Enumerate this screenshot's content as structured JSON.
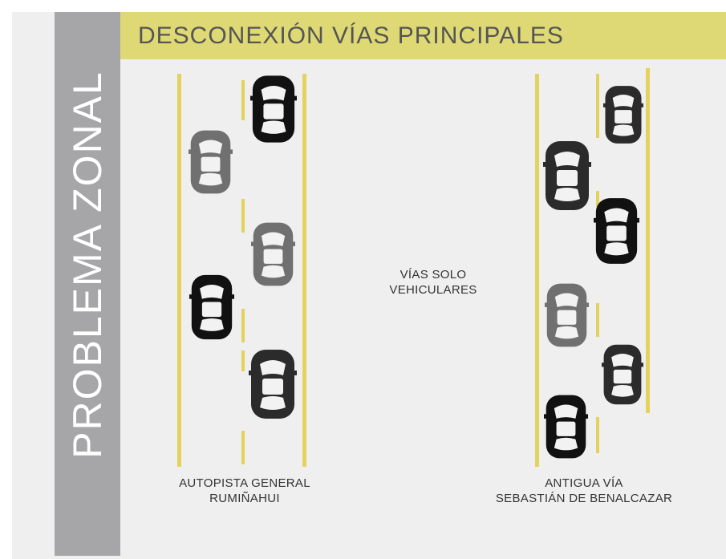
{
  "header": {
    "title": "DESCONEXIÓN VÍAS PRINCIPALES"
  },
  "sidebar": {
    "title": "PROBLEMA ZONAL"
  },
  "center": {
    "line1": "VÍAS SOLO",
    "line2": "VEHICULARES"
  },
  "roads": [
    {
      "line1": "AUTOPISTA GENERAL",
      "line2": "RUMIÑAHUI"
    },
    {
      "line1": "ANTIGUA VÍA",
      "line2": "SEBASTIÁN DE BENALCAZAR"
    }
  ],
  "colors": {
    "road_line": "#e4d25e",
    "banner": "#ded975",
    "sidebar": "#a6a6a8",
    "car_black": "#111111",
    "car_gray": "#707070",
    "car_dark": "#2b2b2b"
  }
}
